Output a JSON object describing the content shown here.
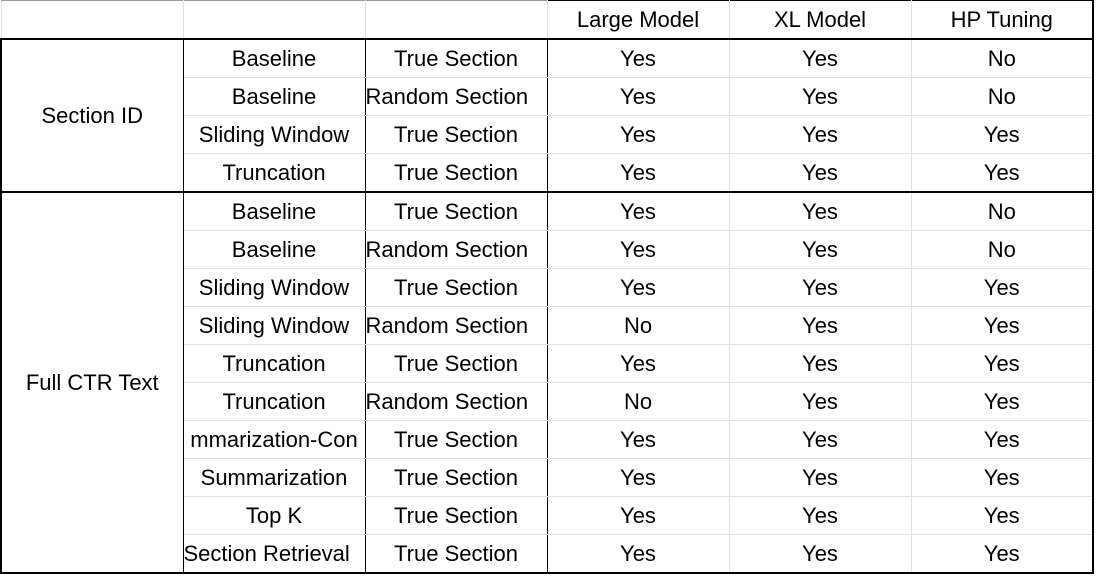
{
  "columns": [
    "",
    "",
    "",
    "Large Model",
    "XL Model",
    "HP Tuning"
  ],
  "groups": [
    {
      "name": "Section ID",
      "rows": [
        {
          "method": "Baseline",
          "section": "True Section",
          "large": "Yes",
          "xl": "Yes",
          "hp": "No"
        },
        {
          "method": "Baseline",
          "section": "Random Section",
          "large": "Yes",
          "xl": "Yes",
          "hp": "No"
        },
        {
          "method": "Sliding Window",
          "section": "True Section",
          "large": "Yes",
          "xl": "Yes",
          "hp": "Yes"
        },
        {
          "method": "Truncation",
          "section": "True Section",
          "large": "Yes",
          "xl": "Yes",
          "hp": "Yes"
        }
      ]
    },
    {
      "name": "Full CTR Text",
      "rows": [
        {
          "method": "Baseline",
          "section": "True Section",
          "large": "Yes",
          "xl": "Yes",
          "hp": "No"
        },
        {
          "method": "Baseline",
          "section": "Random Section",
          "large": "Yes",
          "xl": "Yes",
          "hp": "No"
        },
        {
          "method": "Sliding Window",
          "section": "True Section",
          "large": "Yes",
          "xl": "Yes",
          "hp": "Yes"
        },
        {
          "method": "Sliding Window",
          "section": "Random Section",
          "large": "No",
          "xl": "Yes",
          "hp": "Yes"
        },
        {
          "method": "Truncation",
          "section": "True Section",
          "large": "Yes",
          "xl": "Yes",
          "hp": "Yes"
        },
        {
          "method": "Truncation",
          "section": "Random Section",
          "large": "No",
          "xl": "Yes",
          "hp": "Yes"
        },
        {
          "method": "mmarization-Con",
          "section": "True Section",
          "large": "Yes",
          "xl": "Yes",
          "hp": "Yes"
        },
        {
          "method": "Summarization",
          "section": "True Section",
          "large": "Yes",
          "xl": "Yes",
          "hp": "Yes"
        },
        {
          "method": "Top K",
          "section": "True Section",
          "large": "Yes",
          "xl": "Yes",
          "hp": "Yes"
        },
        {
          "method": "Section Retrieval",
          "section": "True Section",
          "large": "Yes",
          "xl": "Yes",
          "hp": "Yes"
        }
      ]
    }
  ]
}
